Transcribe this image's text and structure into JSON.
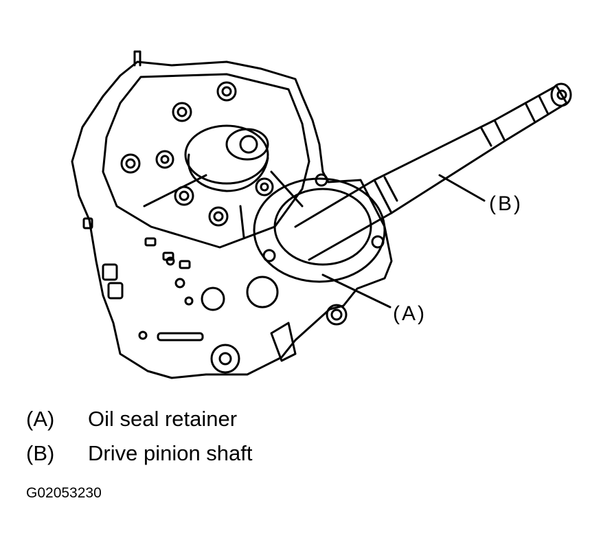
{
  "callouts": {
    "a": "(A)",
    "b": "(B)"
  },
  "legend": [
    {
      "key": "(A)",
      "label": "Oil seal retainer"
    },
    {
      "key": "(B)",
      "label": "Drive pinion shaft"
    }
  ],
  "figure_id": "G02053230"
}
